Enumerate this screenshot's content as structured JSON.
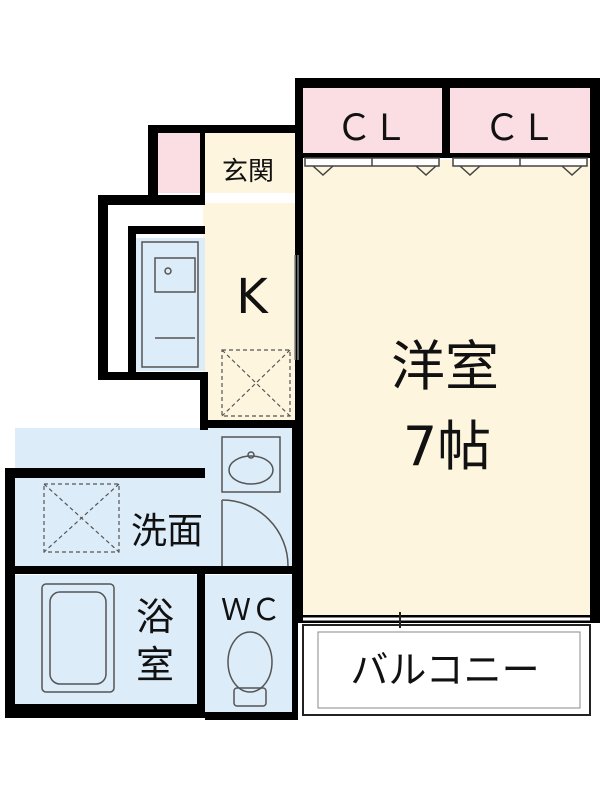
{
  "rooms": {
    "closet_left": "ＣＬ",
    "closet_right": "ＣＬ",
    "entrance": "玄関",
    "kitchen": "K",
    "western_room_line1": "洋室",
    "western_room_line2": "7帖",
    "washroom": "洗面",
    "bath_line1": "浴",
    "bath_line2": "室",
    "toilet": "ＷＣ",
    "balcony": "バルコニー"
  },
  "colors": {
    "wall": "#000000",
    "main_room_fill": "#fdf5dd",
    "wet_area_fill": "#dcecf8",
    "closet_fill": "#fbdde4",
    "fixture_stroke": "#555555"
  }
}
